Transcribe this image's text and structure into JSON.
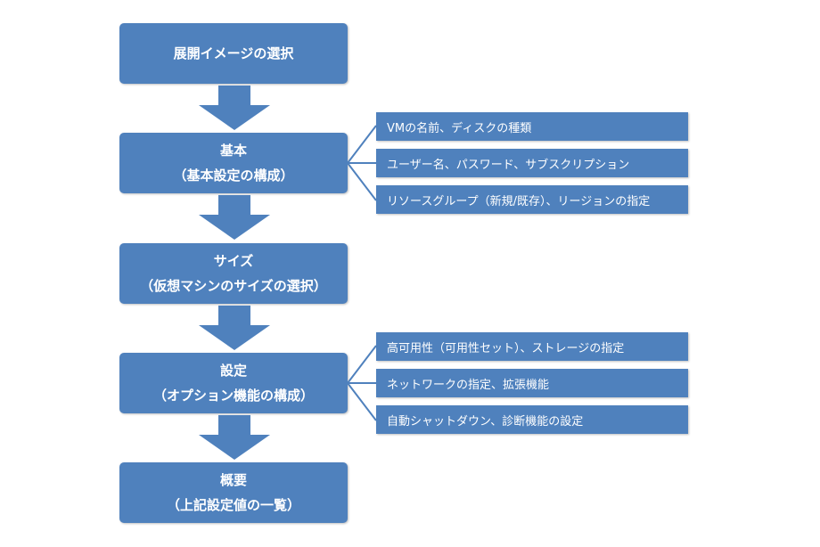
{
  "colors": {
    "box": "#4f81bd",
    "text": "#ffffff"
  },
  "steps": [
    {
      "line1": "展開イメージの選択",
      "line2": ""
    },
    {
      "line1": "基本",
      "line2": "（基本設定の構成）"
    },
    {
      "line1": "サイズ",
      "line2": "（仮想マシンのサイズの選択）"
    },
    {
      "line1": "設定",
      "line2": "（オプション機能の構成）"
    },
    {
      "line1": "概要",
      "line2": "（上記設定値の一覧）"
    }
  ],
  "details_basic": [
    "VMの名前、ディスクの種類",
    "ユーザー名、パスワード、サブスクリプション",
    "リソースグループ（新規/既存）、リージョンの指定"
  ],
  "details_settings": [
    "高可用性（可用性セット）、ストレージの指定",
    "ネットワークの指定、拡張機能",
    "自動シャットダウン、診断機能の設定"
  ]
}
